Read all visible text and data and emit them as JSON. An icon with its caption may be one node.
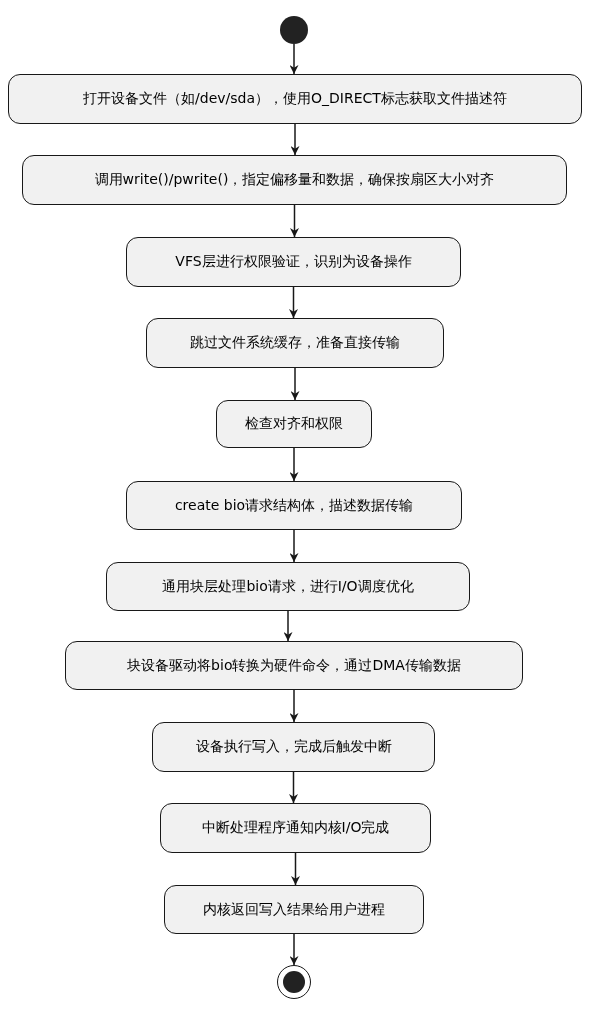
{
  "diagram": {
    "nodes": [
      {
        "text": [],
        "shape": "circle"
      },
      {
        "text": [
          "打开设备文件（如/dev/sda），使用O_DIRECT标志获取文件描述符"
        ]
      },
      {
        "text": [
          "调用write()/pwrite()，指定偏移量和数据，确保按扇区大小对齐"
        ]
      },
      {
        "text": [
          "VFS层进行权限验证，识别为设备操作"
        ]
      },
      {
        "text": [
          "跳过文件系统缓存，准备直接传输"
        ]
      },
      {
        "text": [
          "检查对齐和权限"
        ]
      },
      {
        "text": [
          "create bio请求结构体，描述数据传输"
        ]
      },
      {
        "text": [
          "通用块层处理bio请求，进行I/O调度优化"
        ]
      },
      {
        "text": [
          "块设备驱动将bio转换为硬件命令，通过DMA传输数据"
        ]
      },
      {
        "text": [
          "设备执行写入，完成后触发中断"
        ]
      },
      {
        "text": [
          "中断处理程序通知内核I/O完成"
        ]
      },
      {
        "text": [
          "内核返回写入结果给用户进程"
        ]
      },
      {
        "text": [],
        "shape": "circle"
      }
    ],
    "edges": [
      {
        "from": 0,
        "to": 1,
        "arrow": "to"
      },
      {
        "from": 1,
        "to": 2,
        "arrow": "to"
      },
      {
        "from": 2,
        "to": 3,
        "arrow": "to"
      },
      {
        "from": 3,
        "to": 4,
        "arrow": "to"
      },
      {
        "from": 4,
        "to": 5,
        "arrow": "to"
      },
      {
        "from": 5,
        "to": 6,
        "arrow": "to"
      },
      {
        "from": 6,
        "to": 7,
        "arrow": "to"
      },
      {
        "from": 7,
        "to": 8,
        "arrow": "to"
      },
      {
        "from": 8,
        "to": 9,
        "arrow": "to"
      },
      {
        "from": 9,
        "to": 10,
        "arrow": "to"
      },
      {
        "from": 10,
        "to": 11,
        "arrow": "to"
      },
      {
        "from": 11,
        "to": 12,
        "arrow": "to"
      }
    ]
  }
}
